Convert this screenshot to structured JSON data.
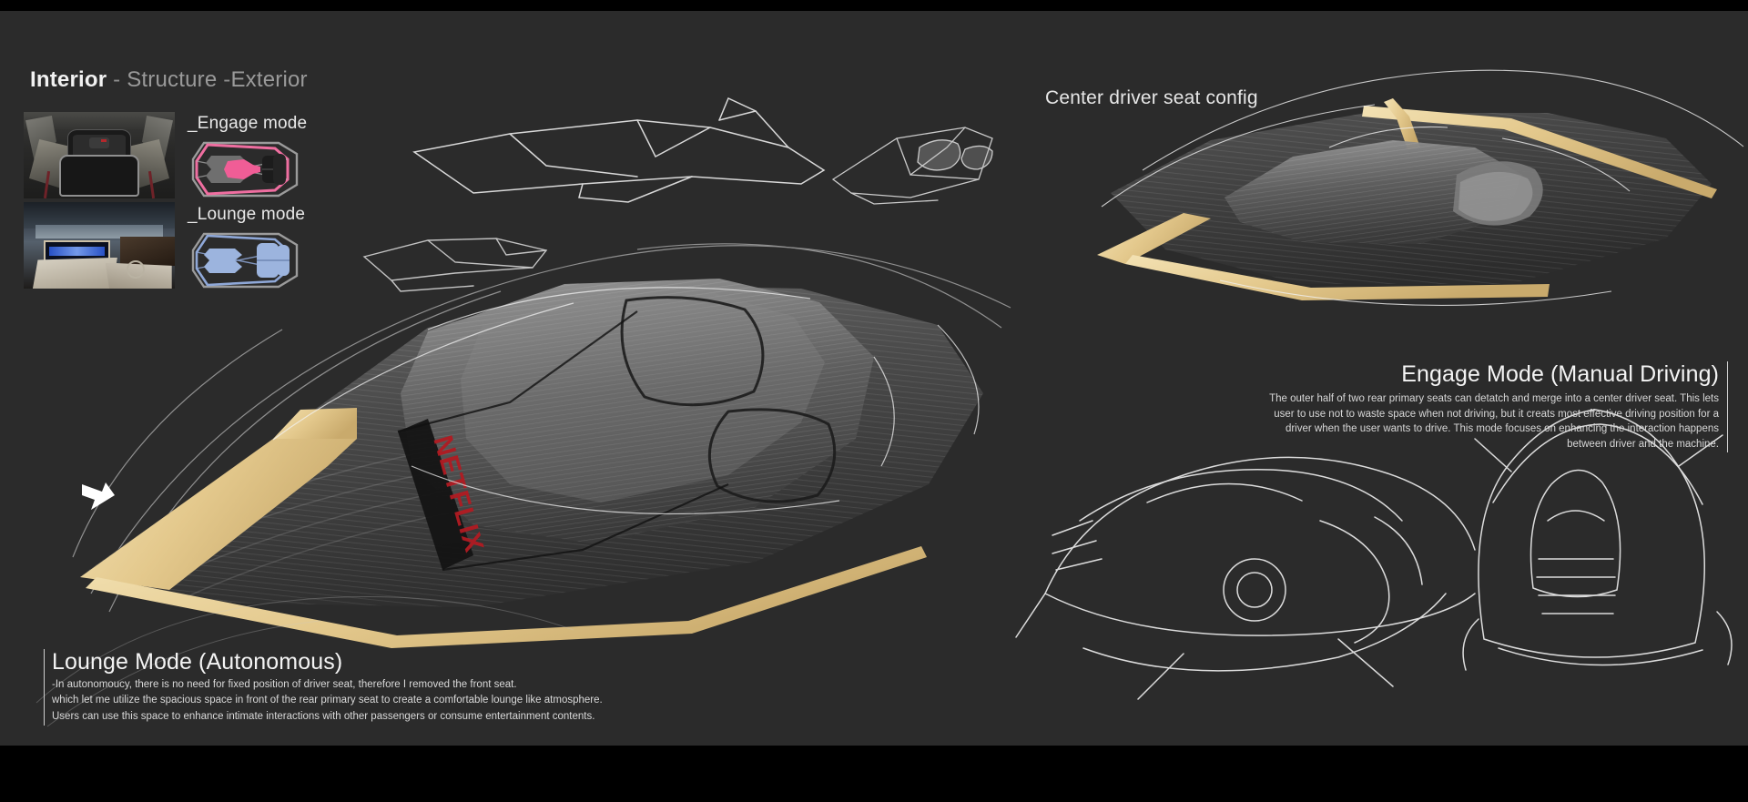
{
  "board": {
    "background_color": "#2b2b2b",
    "letterbox_color": "#000000"
  },
  "header": {
    "part_bold": "Interior",
    "sep1": " - ",
    "part_grey_1": "Structure",
    "sep2": " -",
    "part_grey_2": "Exterior"
  },
  "thumbnails": [
    {
      "name": "cockpit-interior-photo",
      "caption": ""
    },
    {
      "name": "lounge-interior-photo",
      "caption": ""
    }
  ],
  "modes": [
    {
      "label": "_Engage mode",
      "accent_color": "#ef6ea0",
      "seat_color": "#f05d96",
      "outline_color": "#9b9b9b",
      "block_color": "#1c1c1c"
    },
    {
      "label": "_Lounge mode",
      "accent_color": "#8fa8d8",
      "seat_color": "#9cb4de",
      "outline_color": "#9b9b9b",
      "block_color": "#9cb4de"
    }
  ],
  "labels": {
    "center_driver_seat_config": "Center driver seat config"
  },
  "engage_block": {
    "title": "Engage Mode (Manual Driving)",
    "paragraph": "The outer half of two rear primary seats can detatch and merge into a center driver seat. This lets user to use not to waste space when not driving, but it creats most effective driving position for a driver when the user wants to drive. This mode focuses on enhancing the interaction happens between driver and the machine."
  },
  "lounge_block": {
    "title": "Lounge Mode (Autonomous)",
    "lines": [
      "-In autonomoucy, there is no need for fixed position of driver seat, therefore I removed the front seat.",
      "which let me utilize the spacious space in front of the rear primary seat to create a comfortable lounge like atmosphere.",
      "Users can use this space to enhance intimate interactions with other passengers or consume entertainment contents."
    ]
  },
  "render": {
    "screen_brand_text": "NETFLIX",
    "brand_color": "#b11b22",
    "accent_gold": "#e8cf95",
    "body_dark": "#3a3a3a"
  }
}
